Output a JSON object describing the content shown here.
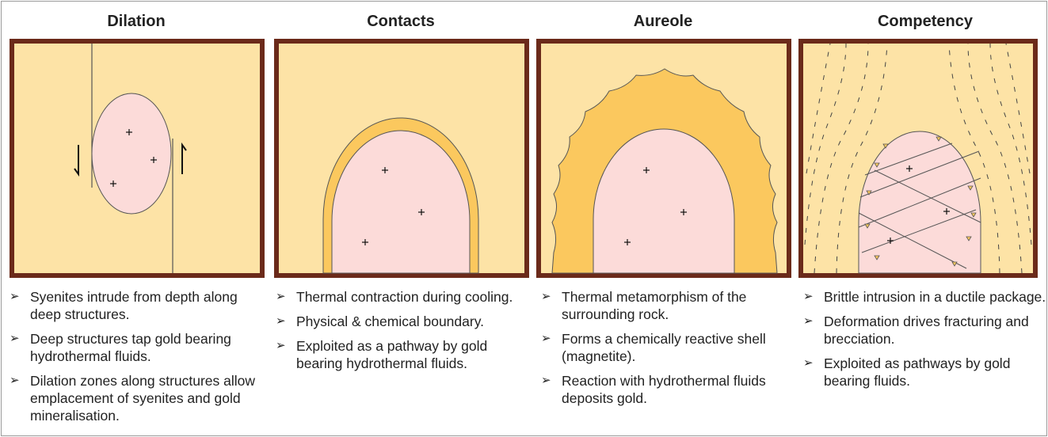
{
  "panels": [
    {
      "title": "Dilation",
      "bullets": [
        "Syenites intrude from depth along deep structures.",
        "Deep structures tap gold bearing hydrothermal fluids.",
        "Dilation zones along structures allow emplacement of syenites and gold mineralisation."
      ]
    },
    {
      "title": "Contacts",
      "bullets": [
        "Thermal contraction during cooling.",
        "Physical & chemical boundary.",
        "Exploited as a pathway by gold bearing hydrothermal fluids."
      ]
    },
    {
      "title": "Aureole",
      "bullets": [
        "Thermal metamorphism of the surrounding rock.",
        "Forms a chemically reactive shell (magnetite).",
        "Reaction with hydrothermal fluids deposits gold."
      ]
    },
    {
      "title": "Competency",
      "bullets": [
        "Brittle intrusion in a ductile package.",
        "Deformation drives fracturing and brecciation.",
        "Exploited as pathways by gold bearing fluids."
      ]
    }
  ],
  "colors": {
    "border": "#6b2a1a",
    "host_rock": "#fde3a6",
    "intrusion": "#fcdbd9",
    "aureole": "#fbc85e"
  }
}
